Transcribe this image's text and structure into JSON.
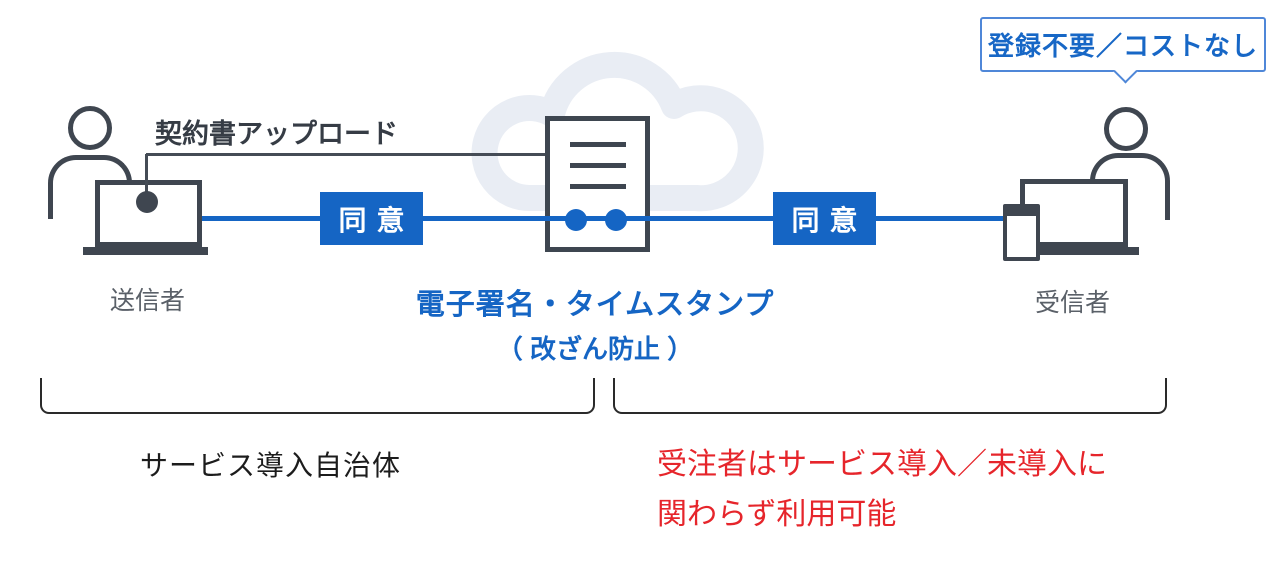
{
  "callout": {
    "label": "登録不要／コストなし"
  },
  "flow": {
    "upload_label": "契約書アップロード",
    "sender_label": "送信者",
    "receiver_label": "受信者",
    "agree_left_label": "同意",
    "agree_right_label": "同意",
    "center_title": "電子署名・タイムスタンプ",
    "center_subtitle": "（ 改ざん防止 ）"
  },
  "footnotes": {
    "left_scope_label": "サービス導入自治体",
    "right_scope_line1": "受注者はサービス導入／未導入に",
    "right_scope_line2": "関わらず利用可能"
  },
  "icons": {
    "cloud": "cloud-icon",
    "document": "document-icon",
    "sender_person": "sender-person-icon",
    "receiver_person": "receiver-person-icon",
    "sender_laptop": "sender-laptop-icon",
    "receiver_laptop": "receiver-laptop-icon",
    "smartphone": "smartphone-icon"
  },
  "colors": {
    "accent_blue": "#1565c4",
    "callout_border_blue": "#4f87d8",
    "icon_dark_gray": "#3f4650",
    "cloud_gray": "#e9edf4",
    "label_gray": "#5a6068",
    "warning_red": "#e6252b",
    "bracket_black": "#2a2a2a"
  }
}
